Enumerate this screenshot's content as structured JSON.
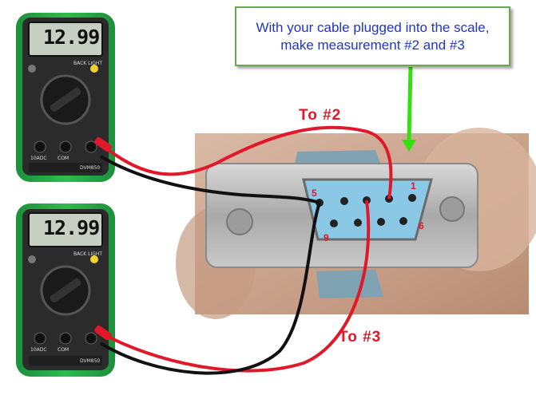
{
  "callout": {
    "line1": "With your cable plugged into the scale,",
    "line2": "make measurement #2 and #3"
  },
  "labels": {
    "to2": "To #2",
    "to3": "To #3"
  },
  "connector_pins": {
    "pin1": "1",
    "pin5": "5",
    "pin6": "6",
    "pin9": "9"
  },
  "meters": [
    {
      "display": "12.99",
      "button_label": "BACK LIGHT",
      "jack_label": "10ADC",
      "com_label": "COM",
      "model": "DVM850"
    },
    {
      "display": "12.99",
      "button_label": "BACK LIGHT",
      "jack_label": "10ADC",
      "com_label": "COM",
      "model": "DVM850"
    }
  ],
  "colors": {
    "callout_border": "#6aa84f",
    "callout_text": "#1f35c8",
    "arrow": "#33e010",
    "probe_red": "#e0182a",
    "probe_black": "#111111",
    "meter_body": "#22a844",
    "connector_blue": "#8ac8e6"
  }
}
